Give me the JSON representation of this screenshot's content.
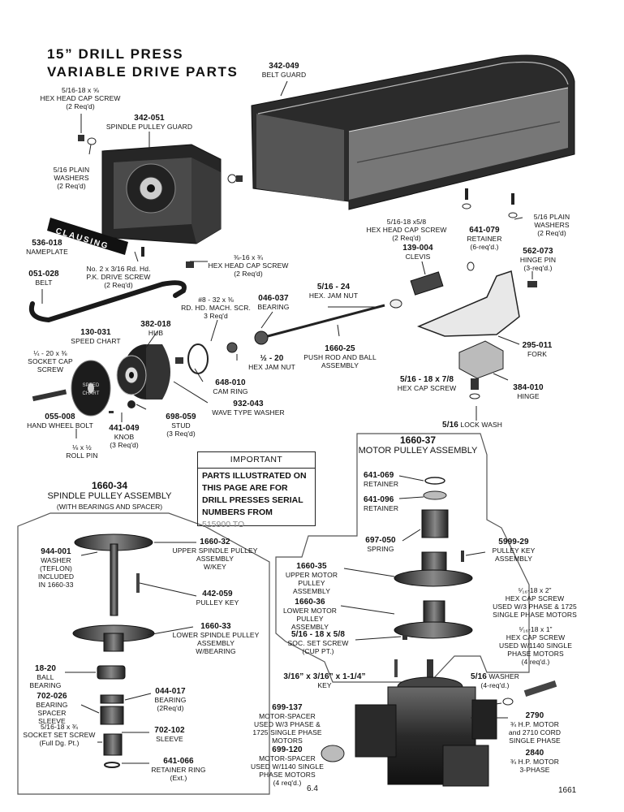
{
  "title": "15” DRILL PRESS\nVARIABLE DRIVE PARTS",
  "important": {
    "heading": "IMPORTANT",
    "text": "PARTS ILLUSTRATED ON THIS PAGE ARE FOR DRILL PRESSES SERIAL NUMBERS FROM",
    "serial": "515900 TO"
  },
  "page_number": "6.4",
  "figure_number": "1661",
  "nameplate_text": "CLAUSING",
  "speed_chart_text": "SPEED CHART",
  "assemblies": {
    "spindle": {
      "number": "1660-34",
      "name": "SPINDLE PULLEY ASSEMBLY",
      "sub": "(WITH BEARINGS AND SPACER)"
    },
    "motor": {
      "number": "1660-37",
      "name": "MOTOR PULLEY ASSEMBLY"
    }
  },
  "parts": [
    {
      "id": "p1",
      "num": "342-049",
      "desc": "BELT GUARD"
    },
    {
      "id": "p2",
      "num": "",
      "desc": "5/16-18 x ⅝\nHEX HEAD CAP SCREW\n(2 Req'd)"
    },
    {
      "id": "p3",
      "num": "342-051",
      "desc": "SPINDLE PULLEY GUARD"
    },
    {
      "id": "p4",
      "num": "",
      "desc": "5/16 PLAIN\nWASHERS\n(2 Req'd)"
    },
    {
      "id": "p5",
      "num": "536-018",
      "desc": "NAMEPLATE"
    },
    {
      "id": "p6",
      "num": "",
      "desc": "No. 2 x 3/16 Rd. Hd.\nP.K. DRIVE SCREW\n(2 Req'd)"
    },
    {
      "id": "p7",
      "num": "",
      "desc": "⅜-16 x ¾\nHEX HEAD CAP SCREW\n(2 Req'd)"
    },
    {
      "id": "p8",
      "num": "",
      "desc": "5/16-18 x5/8\nHEX HEAD CAP SCREW\n(2 Req'd)"
    },
    {
      "id": "p9",
      "num": "",
      "desc": "5/16 PLAIN\nWASHERS\n(2 Req'd)"
    },
    {
      "id": "p10",
      "num": "641-079",
      "desc": "RETAINER\n(6-req'd.)"
    },
    {
      "id": "p11",
      "num": "139-004",
      "desc": "CLEVIS"
    },
    {
      "id": "p12",
      "num": "562-073",
      "desc": "HINGE PIN\n(3-req'd.)"
    },
    {
      "id": "p13",
      "num": "051-028",
      "desc": "BELT"
    },
    {
      "id": "p14",
      "num": "",
      "desc": "#8 - 32 x ⅜\nRD. HD. MACH. SCR.\n3 Req'd"
    },
    {
      "id": "p15",
      "num": "046-037",
      "desc": "BEARING"
    },
    {
      "id": "p16",
      "num": "5/16 - 24",
      "desc": "HEX. JAM NUT"
    },
    {
      "id": "p17",
      "num": "382-018",
      "desc": "HUB"
    },
    {
      "id": "p18",
      "num": "130-031",
      "desc": "SPEED CHART"
    },
    {
      "id": "p19",
      "num": "",
      "desc": "¼ - 20 x ⅜\nSOCKET CAP\nSCREW"
    },
    {
      "id": "p20",
      "num": "½ - 20",
      "desc": "HEX JAM NUT"
    },
    {
      "id": "p21",
      "num": "1660-25",
      "desc": "PUSH ROD AND BALL\nASSEMBLY"
    },
    {
      "id": "p22",
      "num": "295-011",
      "desc": "FORK"
    },
    {
      "id": "p23",
      "num": "648-010",
      "desc": "CAM RING"
    },
    {
      "id": "p24",
      "num": "932-043",
      "desc": "WAVE TYPE WASHER"
    },
    {
      "id": "p25",
      "num": "5/16 - 18 x 7/8",
      "desc": "HEX CAP SCREW"
    },
    {
      "id": "p26",
      "num": "384-010",
      "desc": "HINGE"
    },
    {
      "id": "p27",
      "num": "055-008",
      "desc": "HAND WHEEL BOLT"
    },
    {
      "id": "p28",
      "num": "698-059",
      "desc": "STUD\n(3 Req'd)"
    },
    {
      "id": "p29",
      "num": "441-049",
      "desc": "KNOB\n(3 Req'd)"
    },
    {
      "id": "p30",
      "num": "",
      "desc": "⅛ x ½\nROLL PIN"
    },
    {
      "id": "p31",
      "num": "5/16",
      "desc": "LOCK WASH"
    },
    {
      "id": "p32",
      "num": "641-069",
      "desc": "RETAINER"
    },
    {
      "id": "p33",
      "num": "641-096",
      "desc": "RETAINER"
    },
    {
      "id": "p34",
      "num": "697-050",
      "desc": "SPRING"
    },
    {
      "id": "p35",
      "num": "5999-29",
      "desc": "PULLEY KEY\nASSEMBLY"
    },
    {
      "id": "p36",
      "num": "1660-35",
      "desc": "UPPER MOTOR PULLEY\nASSEMBLY"
    },
    {
      "id": "p37",
      "num": "1660-36",
      "desc": "LOWER MOTOR PULLEY\nASSEMBLY"
    },
    {
      "id": "p38",
      "num": "5/16 - 18 x 5/8",
      "desc": "SOC. SET SCREW (CUP PT.)"
    },
    {
      "id": "p39",
      "num": "",
      "desc": "⁵⁄₁₆-18 x 2”\nHEX CAP SCREW\nUSED W/3 PHASE & 1725\nSINGLE PHASE MOTORS"
    },
    {
      "id": "p40",
      "num": "",
      "desc": "⁵⁄₁₆-18 x 1”\nHEX CAP SCREW\nUSED W/1140 SINGLE\nPHASE MOTORS\n(4 req'd.)"
    },
    {
      "id": "p41",
      "num": "944-001",
      "desc": "WASHER\n(TEFLON)\nINCLUDED\nIN 1660-33"
    },
    {
      "id": "p42",
      "num": "1660-32",
      "desc": "UPPER SPINDLE PULLEY\nASSEMBLY\nW/KEY"
    },
    {
      "id": "p43",
      "num": "442-059",
      "desc": "PULLEY KEY"
    },
    {
      "id": "p44",
      "num": "1660-33",
      "desc": "LOWER SPINDLE PULLEY\nASSEMBLY\nW/BEARING"
    },
    {
      "id": "p45",
      "num": "18-20",
      "desc": "BALL\nBEARING"
    },
    {
      "id": "p46",
      "num": "044-017",
      "desc": "BEARING\n(2Req'd)"
    },
    {
      "id": "p47",
      "num": "702-026",
      "desc": "BEARING SPACER\nSLEEVE"
    },
    {
      "id": "p48",
      "num": "",
      "desc": "5/16-18 x ¾\nSOCKET SET SCREW\n(Full Dg. Pt.)"
    },
    {
      "id": "p49",
      "num": "702-102",
      "desc": "SLEEVE"
    },
    {
      "id": "p50",
      "num": "641-066",
      "desc": "RETAINER RING\n(Ext.)"
    },
    {
      "id": "p51",
      "num": "3/16” x 3/16” x 1-1/4”",
      "desc": "KEY"
    },
    {
      "id": "p52",
      "num": "5/16",
      "desc": "WASHER\n(4-req'd.)"
    },
    {
      "id": "p53",
      "num": "699-137",
      "desc": "MOTOR-SPACER\nUSED W/3 PHASE &\n1725 SINGLE PHASE MOTORS"
    },
    {
      "id": "p54",
      "num": "699-120",
      "desc": "MOTOR-SPACER\nUSED W/1140 SINGLE\nPHASE MOTORS\n(4 req'd.)"
    },
    {
      "id": "p55",
      "num": "2790",
      "desc": "¾ H.P. MOTOR\nand 2710 CORD\nSINGLE PHASE"
    },
    {
      "id": "p56",
      "num": "2840",
      "desc": "¾ H.P. MOTOR\n3-PHASE"
    }
  ]
}
